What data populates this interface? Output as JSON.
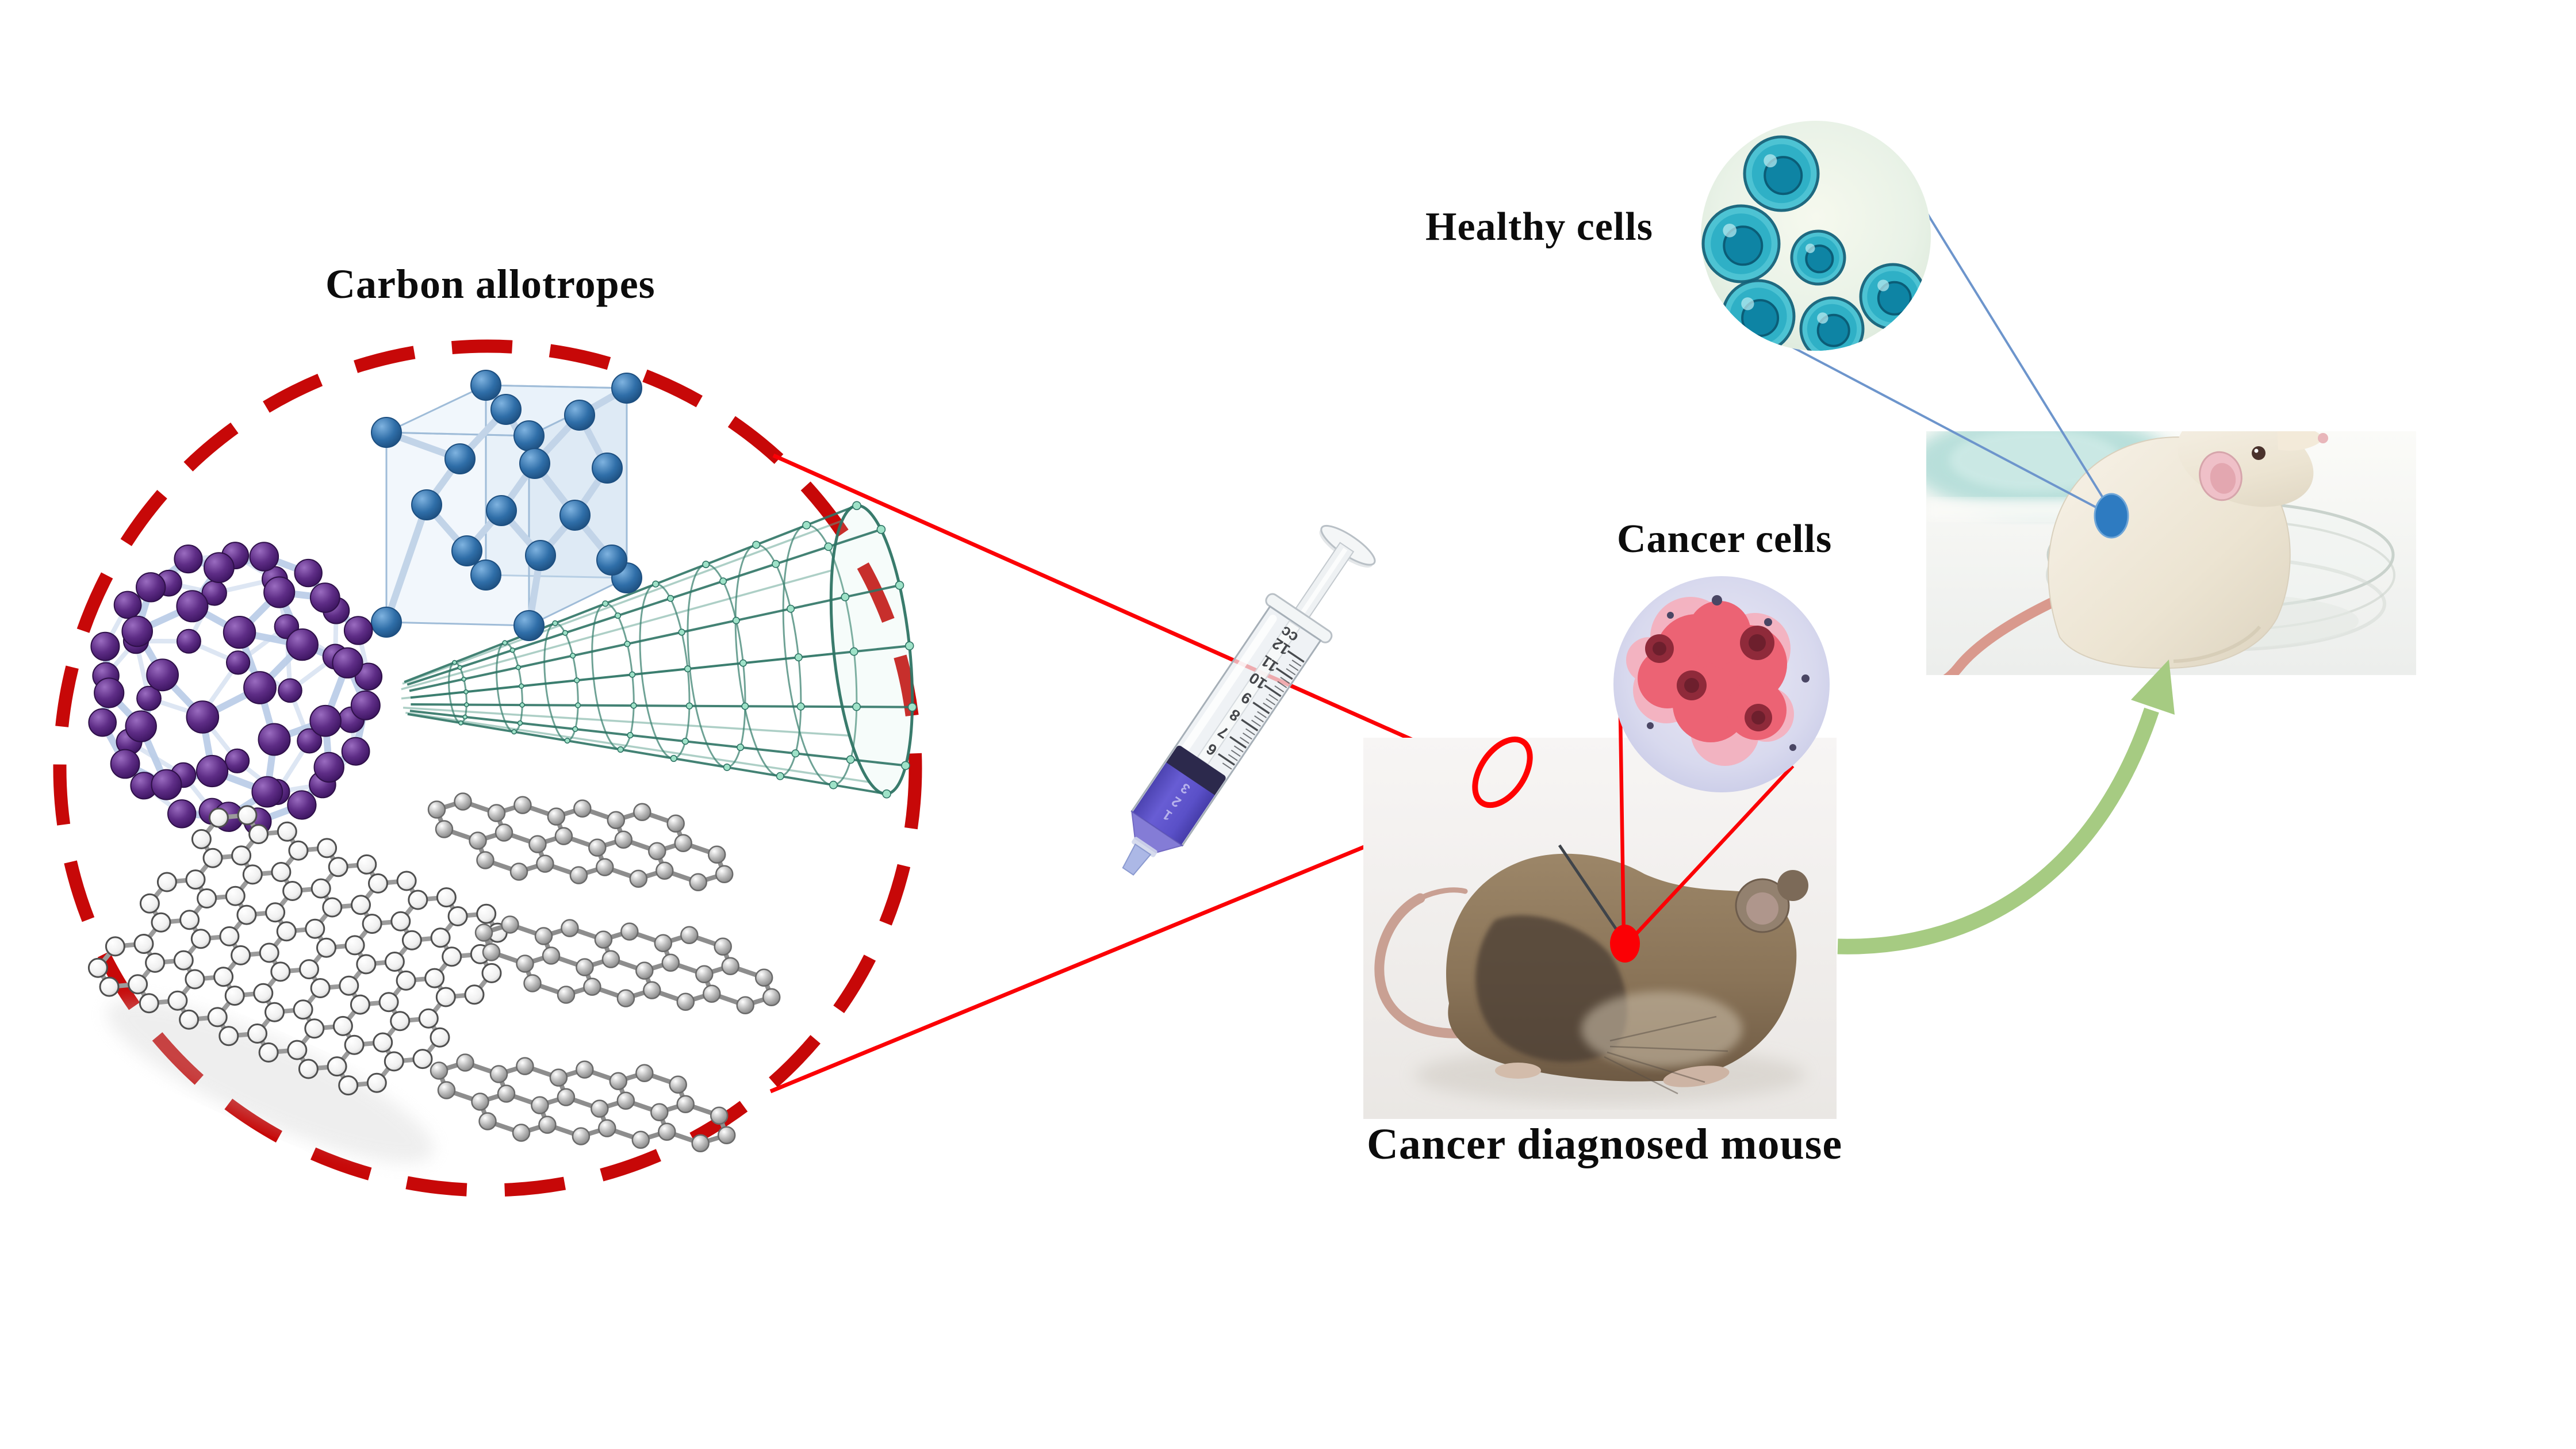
{
  "figure": {
    "title": "Carbon allotropes",
    "labels": {
      "healthy_cells": "Healthy cells",
      "cancer_cells": "Cancer cells",
      "cancer_diagnosed_mouse": "Cancer diagnosed mouse"
    },
    "syringe": {
      "unit": "cc",
      "scale_numbers": [
        "12",
        "11",
        "10",
        "9",
        "8",
        "7",
        "6"
      ],
      "liquid_scale_numbers": [
        "3",
        "2",
        "1"
      ]
    },
    "structures": [
      "diamond lattice",
      "fullerene",
      "carbon nanotube",
      "graphene sheet",
      "graphite layers"
    ],
    "colors": {
      "dashed_circle_red": "#c70808",
      "connector_red": "#fb0005",
      "highlight_red": "#ff0202",
      "injection_dot_red": "#fb0005",
      "connector_blue": "#6d95cc",
      "target_dot_blue": "#2e7bc1",
      "arrow_green": "#a6cb82",
      "liquid_purple": "#5a50c8",
      "fullerene_purple": "#5e2d86",
      "nanotube_teal": "#2f7465",
      "diamond_blue": "#2f6ea8",
      "healthy_cell_teal": "#2fb0c6",
      "cancer_cell_red": "#ec6374"
    }
  }
}
